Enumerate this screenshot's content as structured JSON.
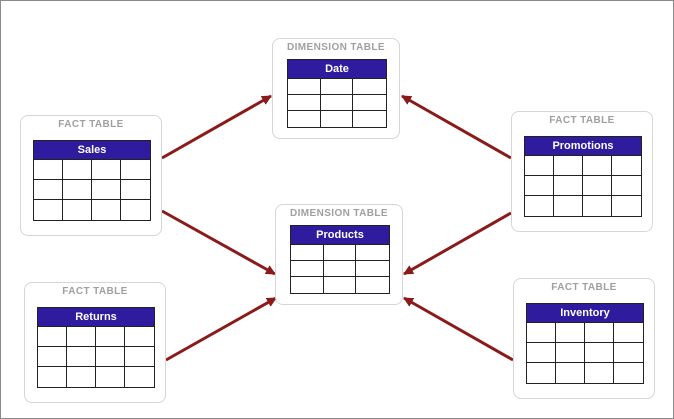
{
  "colors": {
    "arrow": "#8b1a1a",
    "table_header": "#2e1b9d",
    "card_border": "#d6d6d6",
    "label": "#a0a0a0"
  },
  "cards": [
    {
      "id": "date",
      "type_label": "DIMENSION TABLE",
      "table_name": "Date",
      "columns": 3,
      "rows": 3
    },
    {
      "id": "products",
      "type_label": "DIMENSION TABLE",
      "table_name": "Products",
      "columns": 3,
      "rows": 3
    },
    {
      "id": "sales",
      "type_label": "FACT TABLE",
      "table_name": "Sales",
      "columns": 4,
      "rows": 3
    },
    {
      "id": "returns",
      "type_label": "FACT TABLE",
      "table_name": "Returns",
      "columns": 4,
      "rows": 3
    },
    {
      "id": "promotions",
      "type_label": "FACT TABLE",
      "table_name": "Promotions",
      "columns": 4,
      "rows": 3
    },
    {
      "id": "inventory",
      "type_label": "FACT TABLE",
      "table_name": "Inventory",
      "columns": 4,
      "rows": 3
    }
  ],
  "relationships": [
    {
      "from": "sales",
      "to": "date"
    },
    {
      "from": "sales",
      "to": "products"
    },
    {
      "from": "returns",
      "to": "products"
    },
    {
      "from": "promotions",
      "to": "date"
    },
    {
      "from": "promotions",
      "to": "products"
    },
    {
      "from": "inventory",
      "to": "products"
    }
  ]
}
